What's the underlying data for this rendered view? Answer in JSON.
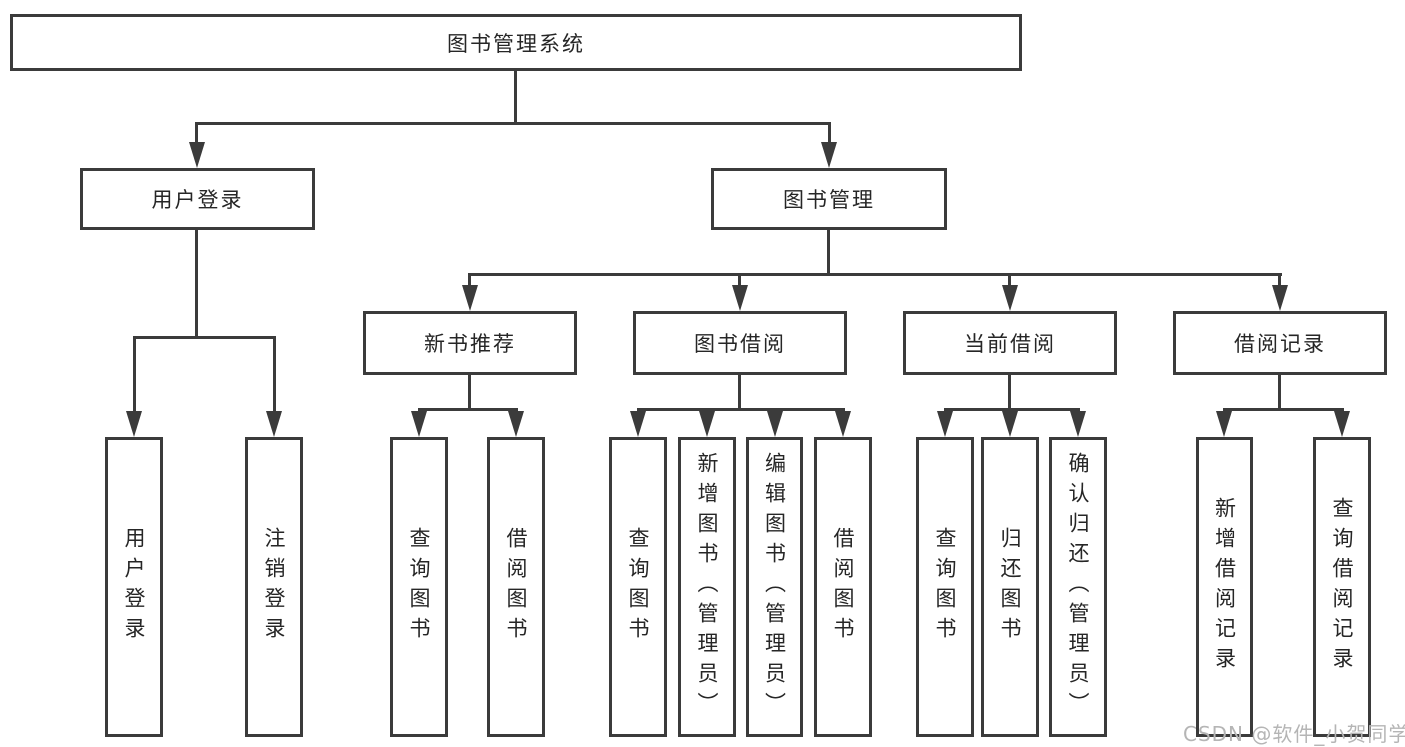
{
  "diagram": {
    "title": "图书管理系统",
    "root": {
      "label": "图书管理系统"
    },
    "level1": [
      {
        "id": "user-login",
        "label": "用户登录",
        "parent": "图书管理系统"
      },
      {
        "id": "book-management",
        "label": "图书管理",
        "parent": "图书管理系统"
      }
    ],
    "level2": [
      {
        "id": "new-book-recommend",
        "label": "新书推荐",
        "parent": "图书管理"
      },
      {
        "id": "book-borrow",
        "label": "图书借阅",
        "parent": "图书管理"
      },
      {
        "id": "current-borrow",
        "label": "当前借阅",
        "parent": "图书管理"
      },
      {
        "id": "borrow-records",
        "label": "借阅记录",
        "parent": "图书管理"
      }
    ],
    "leaves": [
      {
        "id": "leaf-user-login",
        "label": "用户登录",
        "parent": "用户登录"
      },
      {
        "id": "leaf-logout",
        "label": "注销登录",
        "parent": "用户登录"
      },
      {
        "id": "leaf-query-book-1",
        "label": "查询图书",
        "parent": "新书推荐"
      },
      {
        "id": "leaf-borrow-book-1",
        "label": "借阅图书",
        "parent": "新书推荐"
      },
      {
        "id": "leaf-query-book-2",
        "label": "查询图书",
        "parent": "图书借阅"
      },
      {
        "id": "leaf-add-book",
        "label": "新增图书（管理员）",
        "parent": "图书借阅"
      },
      {
        "id": "leaf-edit-book",
        "label": "编辑图书（管理员）",
        "parent": "图书借阅"
      },
      {
        "id": "leaf-borrow-book-2",
        "label": "借阅图书",
        "parent": "图书借阅"
      },
      {
        "id": "leaf-query-book-3",
        "label": "查询图书",
        "parent": "当前借阅"
      },
      {
        "id": "leaf-return-book",
        "label": "归还图书",
        "parent": "当前借阅"
      },
      {
        "id": "leaf-confirm-return",
        "label": "确认归还（管理员）",
        "parent": "当前借阅"
      },
      {
        "id": "leaf-add-borrow-record",
        "label": "新增借阅记录",
        "parent": "借阅记录"
      },
      {
        "id": "leaf-query-borrow-record",
        "label": "查询借阅记录",
        "parent": "借阅记录"
      }
    ]
  },
  "watermark": {
    "text": "CSDN @软件_小贺同学"
  },
  "colors": {
    "line": "#3b3b3b",
    "text": "#262626",
    "background": "#ffffff",
    "watermark": "#b5b5b5"
  }
}
